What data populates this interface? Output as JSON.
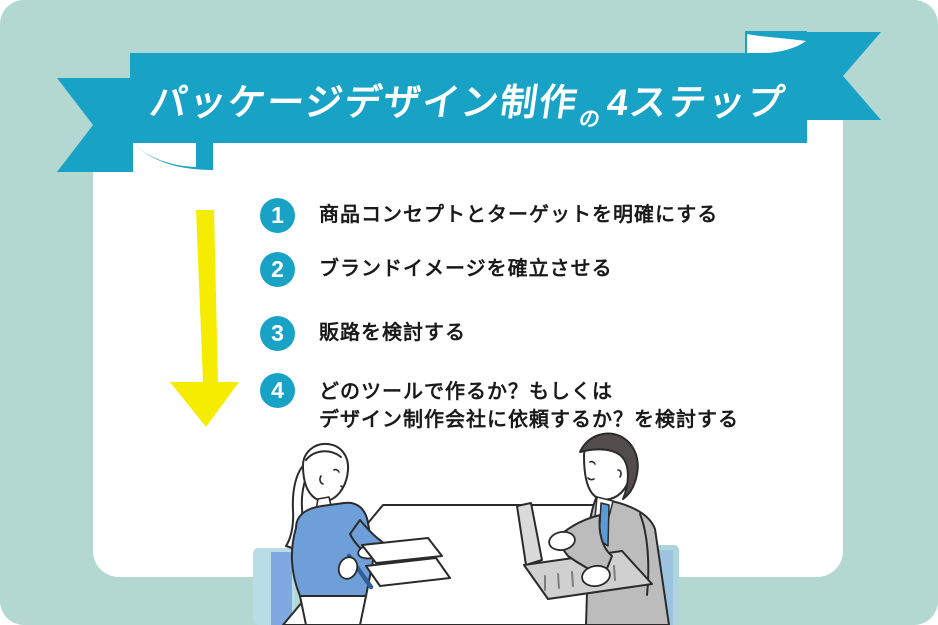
{
  "banner": {
    "title_main": "パッケージデザイン制作",
    "title_particle": "の",
    "title_count": "4ステップ"
  },
  "steps": [
    {
      "number": "1",
      "lines": [
        "商品コンセプトとターゲットを明確にする"
      ]
    },
    {
      "number": "2",
      "lines": [
        "ブランドイメージを確立させる"
      ]
    },
    {
      "number": "3",
      "lines": [
        "販路を検討する"
      ]
    },
    {
      "number": "4",
      "lines": [
        "どのツールで作るか？もしくは",
        "デザイン制作会社に依頼するか？を検討する"
      ]
    }
  ],
  "arrow": {
    "direction": "down",
    "meaning": "step order top to bottom"
  },
  "illustration": {
    "description": "woman writing notes and man typing on laptop at meeting table"
  },
  "colors": {
    "background": "#b2d8d1",
    "card": "#ffffff",
    "ribbon": "#17a2c6",
    "title_text": "#ffffff",
    "step_circle": "#17a2c6",
    "step_text": "#1a1a1a",
    "arrow_yellow": "#f6ec00",
    "shirt_blue": "#6f9fd8",
    "suit_gray": "#bcbcbc",
    "chair_blue": "#80a9e1",
    "chair_light": "#b9dde6",
    "outline": "#2b2b2b"
  }
}
